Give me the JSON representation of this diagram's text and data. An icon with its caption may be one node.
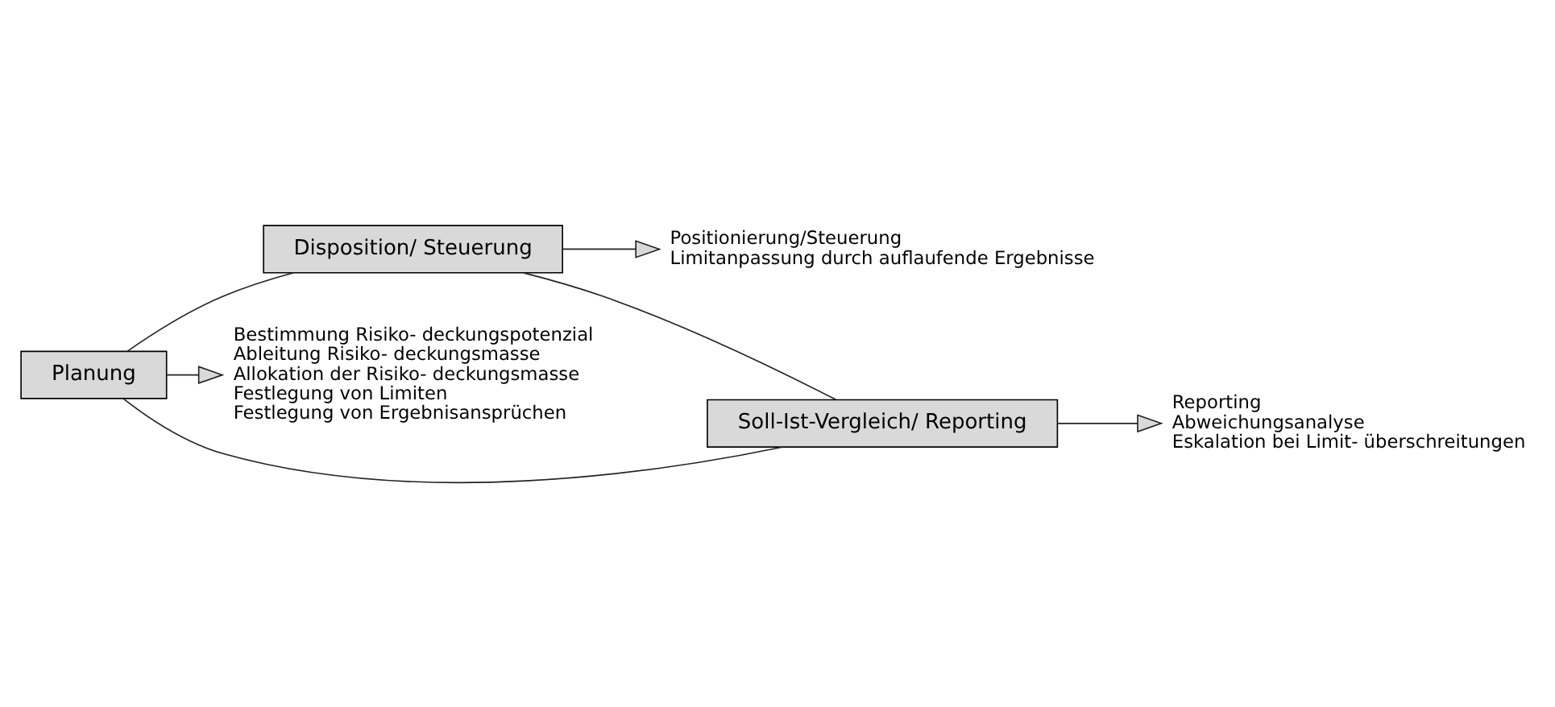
{
  "diagram": {
    "nodes": [
      {
        "text": [
          "Planung"
        ]
      },
      {
        "text": [
          "Disposition/ Steuerung"
        ]
      },
      {
        "text": [
          "Soll-Ist-Vergleich/ Reporting"
        ]
      },
      {
        "text": [
          "Bestimmung Risiko- deckungspotenzial",
          "Ableitung Risiko- deckungsmasse",
          "Allokation der Risiko- deckungsmasse",
          "Festlegung von Limiten",
          "Festlegung von Ergebnisansprüchen"
        ]
      },
      {
        "text": [
          "Positionierung/Steuerung",
          "Limitanpassung durch auflaufende Ergebnisse"
        ]
      },
      {
        "text": [
          "Reporting",
          "Abweichungsanalyse",
          "Eskalation bei Limit- überschreitungen"
        ]
      }
    ],
    "edges": [
      {
        "from": 0,
        "to": 1,
        "arrow": "none"
      },
      {
        "from": 1,
        "to": 2,
        "arrow": "none"
      },
      {
        "from": 2,
        "to": 0,
        "arrow": "none"
      },
      {
        "from": 0,
        "to": 3,
        "arrow": "to"
      },
      {
        "from": 1,
        "to": 4,
        "arrow": "to"
      },
      {
        "from": 2,
        "to": 5,
        "arrow": "to"
      }
    ]
  }
}
